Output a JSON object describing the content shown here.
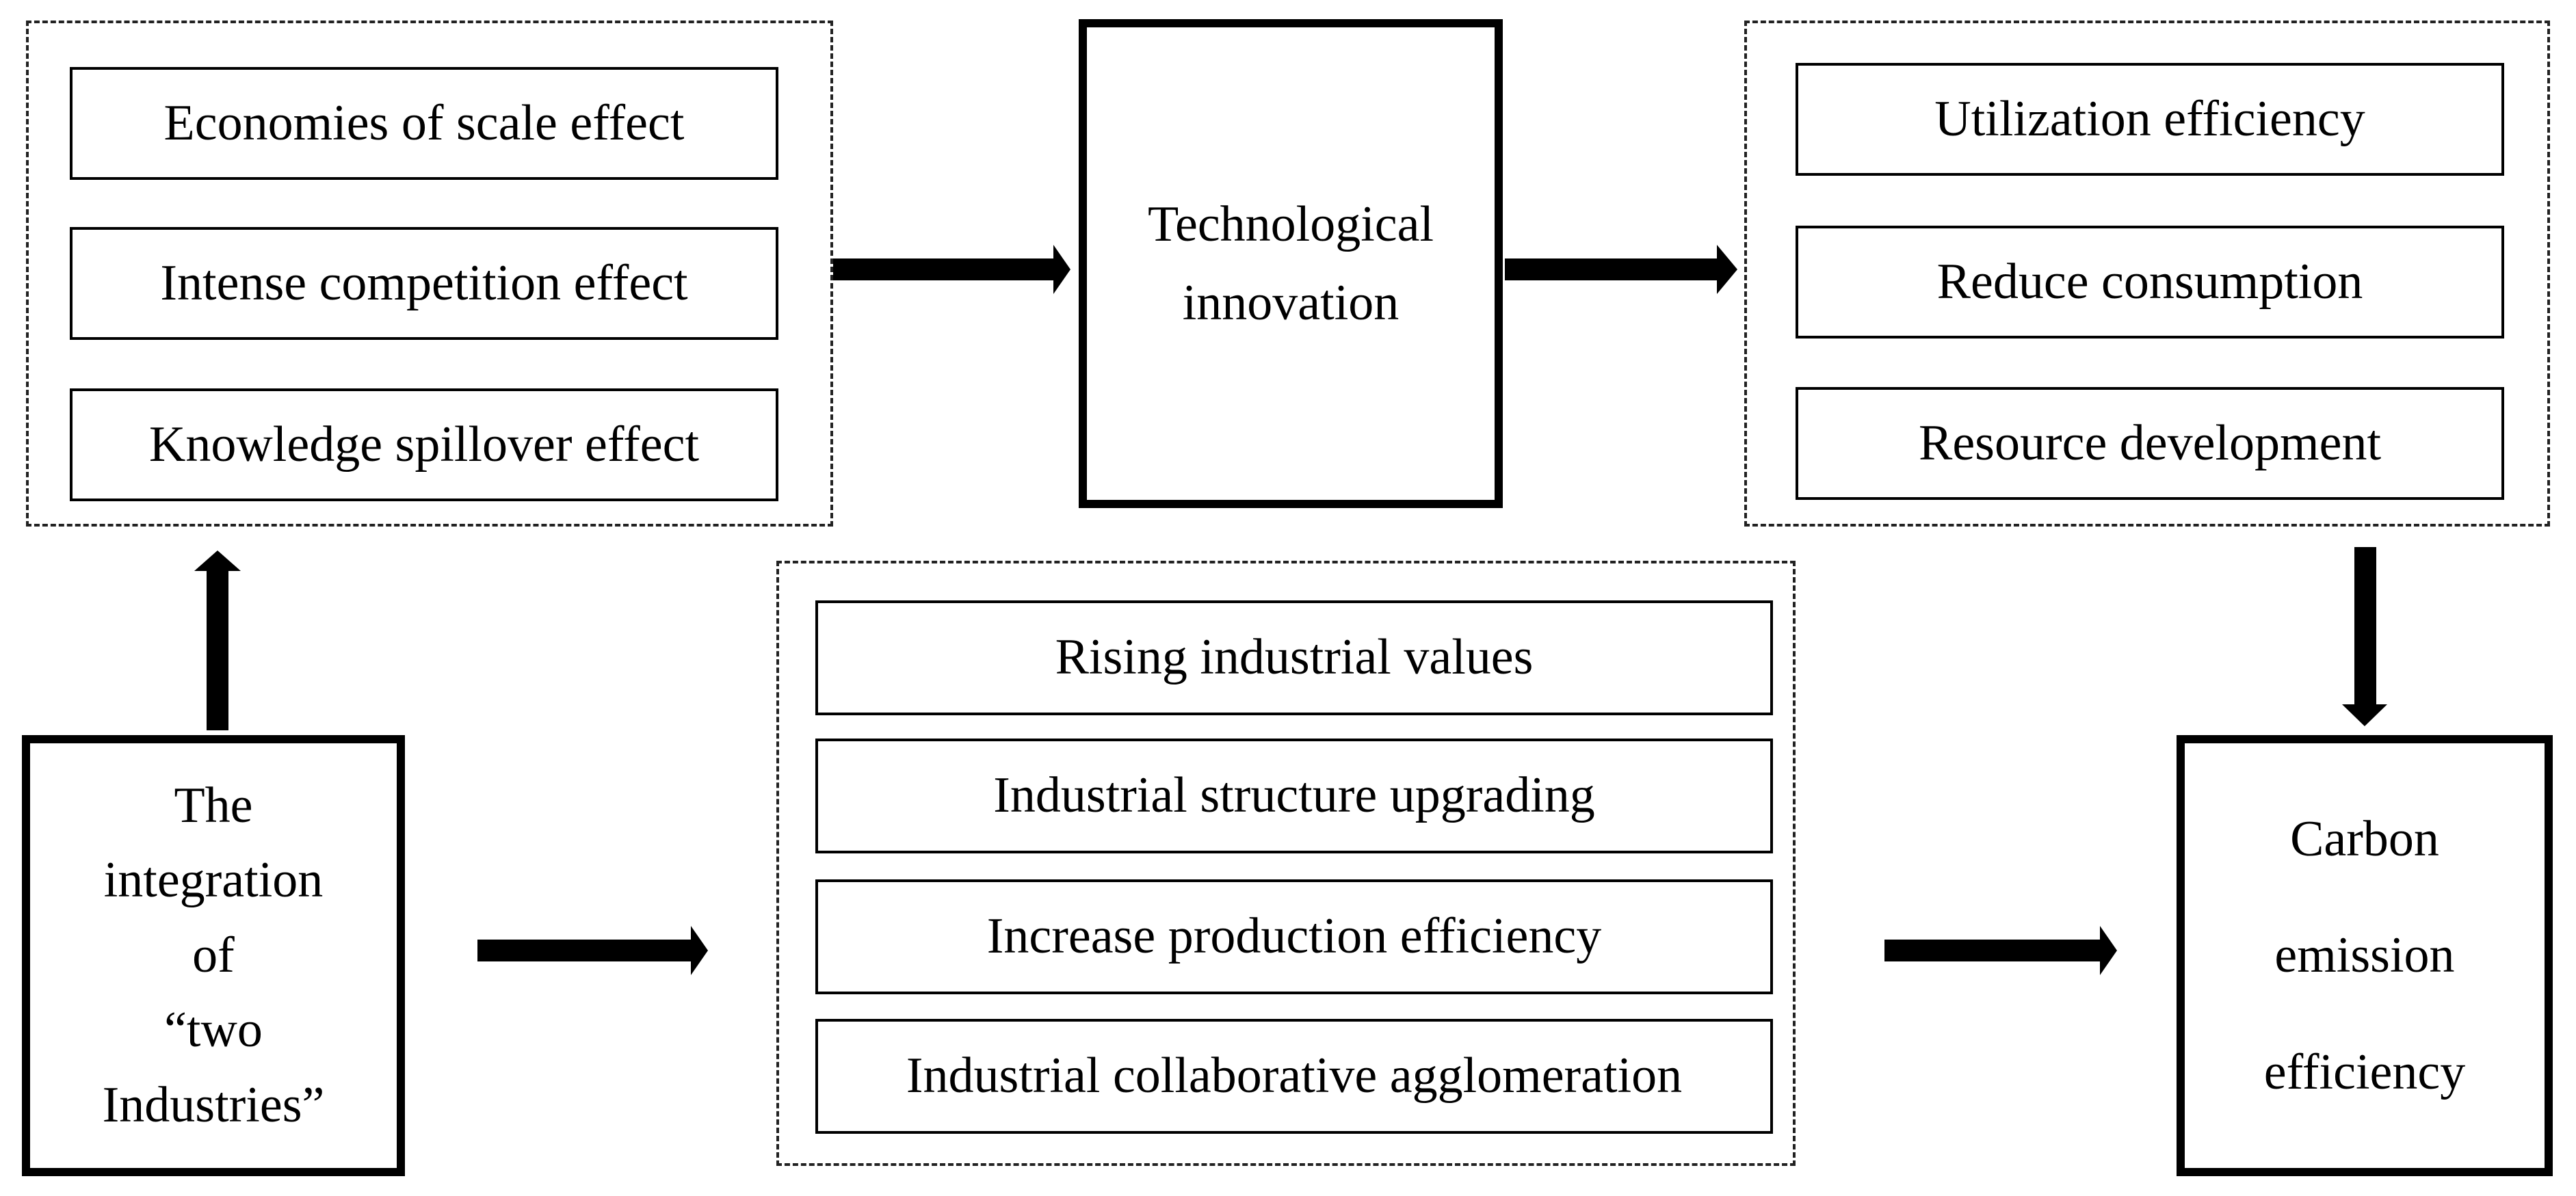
{
  "left_group": {
    "items": [
      {
        "label": "Economies of scale effect"
      },
      {
        "label": "Intense competition effect"
      },
      {
        "label": "Knowledge spillover effect"
      }
    ]
  },
  "center_top": {
    "label": "Technological\ninnovation"
  },
  "right_group": {
    "items": [
      {
        "label": "Utilization efficiency"
      },
      {
        "label": "Reduce consumption"
      },
      {
        "label": "Resource development"
      }
    ]
  },
  "source_node": {
    "label": "The\nintegration\nof\n“two\nIndustries”"
  },
  "middle_group": {
    "items": [
      {
        "label": "Rising industrial values"
      },
      {
        "label": "Industrial structure upgrading"
      },
      {
        "label": "Increase production efficiency"
      },
      {
        "label": "Industrial collaborative agglomeration"
      }
    ]
  },
  "target_node": {
    "label": "Carbon\nemission\nefficiency"
  },
  "colors": {
    "stroke": "#000000",
    "background": "#ffffff"
  }
}
